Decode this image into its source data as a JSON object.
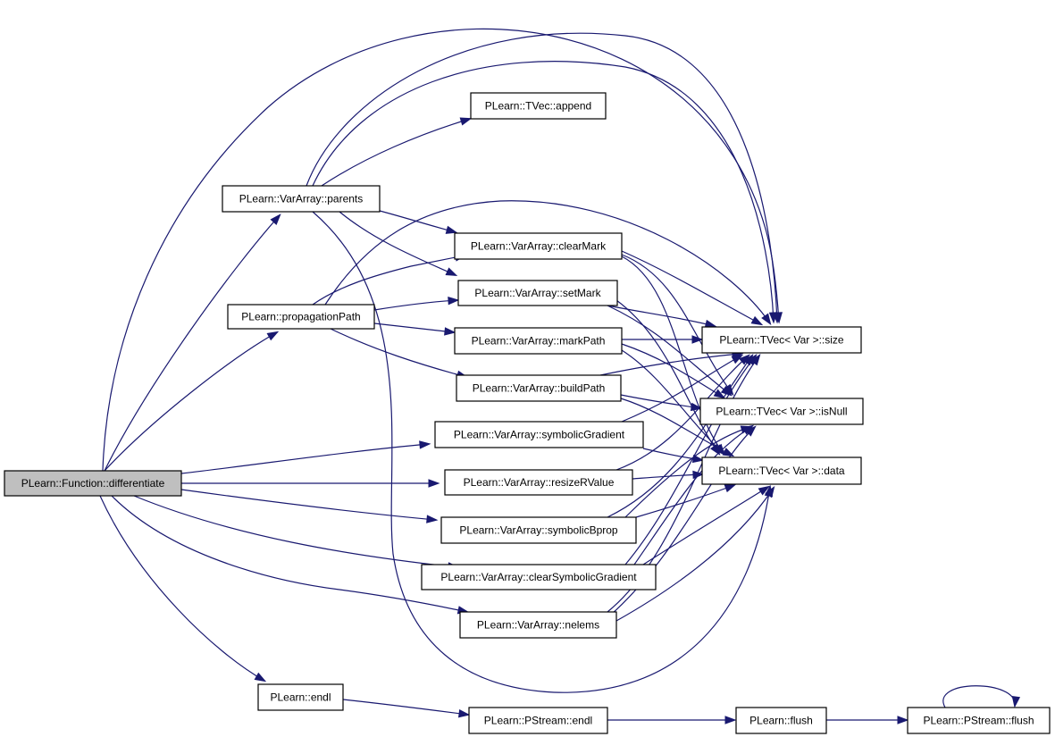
{
  "nodes": [
    {
      "id": "differentiate",
      "label": "PLearn::Function::differentiate",
      "highlighted": true
    },
    {
      "id": "parents",
      "label": "PLearn::VarArray::parents"
    },
    {
      "id": "propagationPath",
      "label": "PLearn::propagationPath"
    },
    {
      "id": "endl",
      "label": "PLearn::endl"
    },
    {
      "id": "append",
      "label": "PLearn::TVec::append"
    },
    {
      "id": "clearMark",
      "label": "PLearn::VarArray::clearMark"
    },
    {
      "id": "setMark",
      "label": "PLearn::VarArray::setMark"
    },
    {
      "id": "markPath",
      "label": "PLearn::VarArray::markPath"
    },
    {
      "id": "buildPath",
      "label": "PLearn::VarArray::buildPath"
    },
    {
      "id": "symbolicGradient",
      "label": "PLearn::VarArray::symbolicGradient"
    },
    {
      "id": "resizeRValue",
      "label": "PLearn::VarArray::resizeRValue"
    },
    {
      "id": "symbolicBprop",
      "label": "PLearn::VarArray::symbolicBprop"
    },
    {
      "id": "clearSymbolicGradient",
      "label": "PLearn::VarArray::clearSymbolicGradient"
    },
    {
      "id": "nelems",
      "label": "PLearn::VarArray::nelems"
    },
    {
      "id": "pstream_endl",
      "label": "PLearn::PStream::endl"
    },
    {
      "id": "size",
      "label": "PLearn::TVec< Var >::size"
    },
    {
      "id": "isNull",
      "label": "PLearn::TVec< Var >::isNull"
    },
    {
      "id": "data",
      "label": "PLearn::TVec< Var >::data"
    },
    {
      "id": "flush",
      "label": "PLearn::flush"
    },
    {
      "id": "pstream_flush",
      "label": "PLearn::PStream::flush"
    }
  ],
  "edges": [
    [
      "differentiate",
      "parents"
    ],
    [
      "differentiate",
      "propagationPath"
    ],
    [
      "differentiate",
      "endl"
    ],
    [
      "differentiate",
      "symbolicGradient"
    ],
    [
      "differentiate",
      "resizeRValue"
    ],
    [
      "differentiate",
      "symbolicBprop"
    ],
    [
      "differentiate",
      "clearSymbolicGradient"
    ],
    [
      "differentiate",
      "nelems"
    ],
    [
      "differentiate",
      "size"
    ],
    [
      "parents",
      "append"
    ],
    [
      "parents",
      "clearMark"
    ],
    [
      "parents",
      "setMark"
    ],
    [
      "parents",
      "size"
    ],
    [
      "parents",
      "isNull"
    ],
    [
      "parents",
      "data"
    ],
    [
      "propagationPath",
      "clearMark"
    ],
    [
      "propagationPath",
      "setMark"
    ],
    [
      "propagationPath",
      "markPath"
    ],
    [
      "propagationPath",
      "buildPath"
    ],
    [
      "propagationPath",
      "size"
    ],
    [
      "clearMark",
      "size"
    ],
    [
      "clearMark",
      "isNull"
    ],
    [
      "clearMark",
      "data"
    ],
    [
      "setMark",
      "size"
    ],
    [
      "setMark",
      "isNull"
    ],
    [
      "setMark",
      "data"
    ],
    [
      "markPath",
      "size"
    ],
    [
      "markPath",
      "isNull"
    ],
    [
      "markPath",
      "data"
    ],
    [
      "buildPath",
      "size"
    ],
    [
      "buildPath",
      "isNull"
    ],
    [
      "buildPath",
      "data"
    ],
    [
      "symbolicGradient",
      "size"
    ],
    [
      "symbolicGradient",
      "data"
    ],
    [
      "resizeRValue",
      "size"
    ],
    [
      "resizeRValue",
      "data"
    ],
    [
      "symbolicBprop",
      "size"
    ],
    [
      "symbolicBprop",
      "isNull"
    ],
    [
      "symbolicBprop",
      "data"
    ],
    [
      "clearSymbolicGradient",
      "size"
    ],
    [
      "clearSymbolicGradient",
      "isNull"
    ],
    [
      "clearSymbolicGradient",
      "data"
    ],
    [
      "nelems",
      "size"
    ],
    [
      "nelems",
      "isNull"
    ],
    [
      "nelems",
      "data"
    ],
    [
      "endl",
      "pstream_endl"
    ],
    [
      "pstream_endl",
      "flush"
    ],
    [
      "flush",
      "pstream_flush"
    ],
    [
      "pstream_flush",
      "pstream_flush"
    ]
  ],
  "colors": {
    "edge": "#191970",
    "node_border": "#000000",
    "node_fill": "#ffffff",
    "highlighted_fill": "#bfbfbf"
  }
}
